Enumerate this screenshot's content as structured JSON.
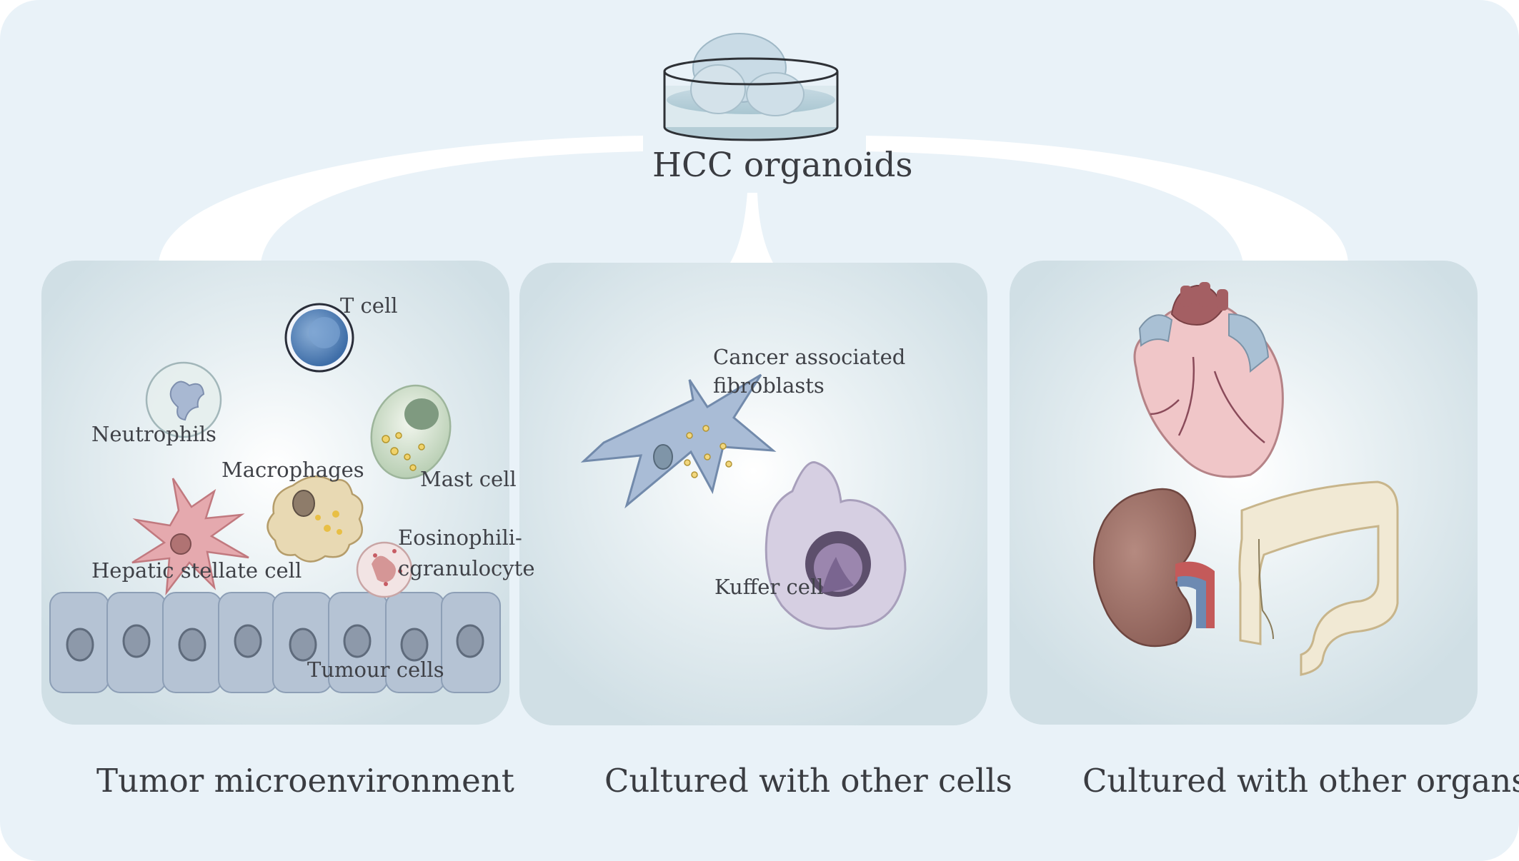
{
  "title": "HCC organoids",
  "panels": [
    {
      "caption": "Tumor microenvironment",
      "labels": {
        "t_cell": "T cell",
        "neutrophils": "Neutrophils",
        "macrophages": "Macrophages",
        "mast_cell": "Mast cell",
        "eosinophil_line1": "Eosinophili-",
        "eosinophil_line2": "cgranulocyte",
        "hepatic_stellate": "Hepatic stellate cell",
        "tumour_cells": "Tumour cells"
      }
    },
    {
      "caption": "Cultured with other cells",
      "labels": {
        "caf_line1": "Cancer associated",
        "caf_line2": "fibroblasts",
        "kuffer": "Kuffer cell"
      }
    },
    {
      "caption": "Cultured with other organs",
      "labels": {}
    }
  ],
  "colors": {
    "background": "#e9f2f8",
    "panel": "#d3e1e7",
    "connector": "#ffffff"
  }
}
